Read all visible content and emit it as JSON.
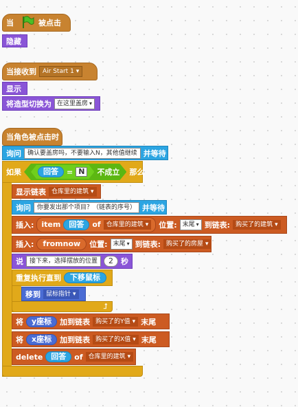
{
  "script1": {
    "when": "当",
    "clicked": "被点击",
    "hide": "隐藏"
  },
  "script2": {
    "when_receive": "当接收到",
    "message": "Air Start 1",
    "show": "显示",
    "switch_costume": "将造型切换为",
    "costume": "在这里盖房"
  },
  "script3": {
    "hat": "当角色被点击时",
    "ask1_label": "询问",
    "ask1_text": "确认要盖房吗，不要输入N，其他值继续",
    "and_wait": "并等待",
    "if_label": "如果",
    "answer": "回答",
    "equals": "=",
    "n_value": "N",
    "not_hold": "不成立",
    "then": "那么",
    "show_list_label": "显示链表",
    "list_warehouse": "仓库里的建筑",
    "ask2_text": "你要发出那个项目？（链表的序号）",
    "insert_label": "插入:",
    "item_label": "item",
    "of_label": "of",
    "position_label": "位置:",
    "last": "末尾",
    "to_list_label": "到链表:",
    "list_bought": "购买了的建筑",
    "fromnow": "fromnow",
    "list_bought_house": "购买了的房屋",
    "say_label": "说",
    "say_text": "接下来，选择摆放的位置",
    "say_secs": "2",
    "secs_label": "秒",
    "repeat_until": "重复执行直到",
    "mouse_down": "下移鼠标",
    "goto_label": "移到",
    "mouse_pointer": "鼠标指针",
    "add_label": "将",
    "y_pos": "y座标",
    "x_pos": "x座标",
    "add_to_list": "加到链表",
    "list_y": "购买了的Y值",
    "list_x": "购买了的X值",
    "end_label": "末尾",
    "delete_label": "delete"
  },
  "colors": {
    "events": "#c88330",
    "looks": "#8a55d7",
    "sensing": "#2ca5e2",
    "control": "#e1a91a",
    "list": "#cc5b22",
    "operators": "#5cb712"
  }
}
